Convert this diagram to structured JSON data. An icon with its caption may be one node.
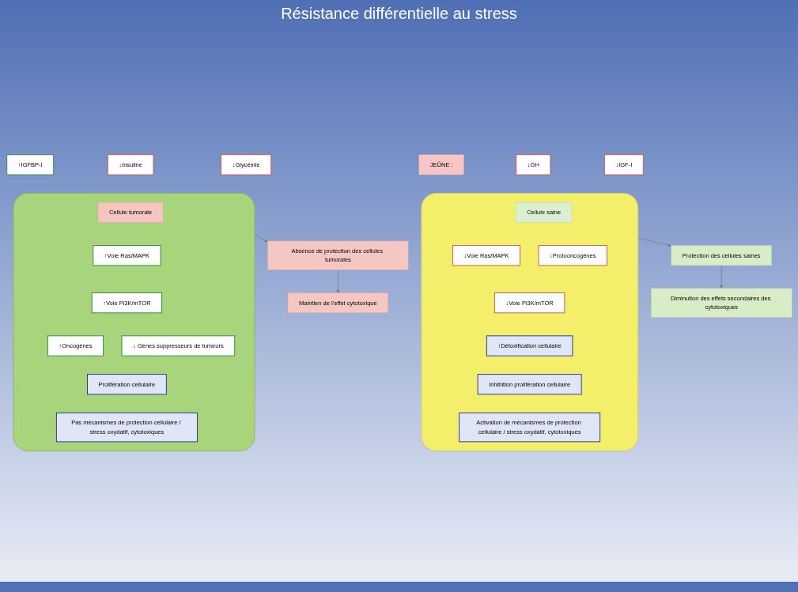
{
  "diagram": {
    "title": "Résistance différentielle au stress",
    "nodes": [
      {
        "text": [
          "JEÛNE :"
        ]
      },
      {
        "text": [
          "↓GH"
        ]
      },
      {
        "text": [
          "↓IGF-I"
        ]
      },
      {
        "text": [
          "↑IGFBP-I"
        ]
      },
      {
        "text": [
          "↓Insuline"
        ]
      },
      {
        "text": [
          "↓Glycémie"
        ]
      },
      {
        "text": [],
        "shape": "box"
      },
      {
        "text": [
          "Cellule saine"
        ],
        "in": 6
      },
      {
        "text": [
          "↓Voie Ras/MAPK"
        ],
        "in": 6
      },
      {
        "text": [
          "↓Protooncogènes"
        ],
        "in": 6
      },
      {
        "text": [
          "↓Voie Pi3K/mTOR"
        ],
        "in": 6
      },
      {
        "text": [
          "↑Détoxification cellulaire"
        ],
        "in": 6
      },
      {
        "text": [
          "Inhibition prolifération cellulaire"
        ],
        "in": 6
      },
      {
        "text": [
          "Activation de mécanismes de protection cellulaire / stress oxydatif, cytotoxiques"
        ],
        "in": 6
      },
      {
        "text": [],
        "shape": "box"
      },
      {
        "text": [
          "Cellule tumorale"
        ],
        "in": 14
      },
      {
        "text": [
          "↑Voie Ras/MAPK"
        ],
        "in": 14
      },
      {
        "text": [
          "↑Voie Pi3K/mTOR"
        ],
        "in": 14
      },
      {
        "text": [
          "↑Oncogènes"
        ],
        "in": 14
      },
      {
        "text": [
          "↓ Gènes suppresseurs de tumeurs"
        ],
        "in": 14
      },
      {
        "text": [
          "Prolifération cellulaire"
        ],
        "in": 14
      },
      {
        "text": [
          "Pas mécanismes de protection cellulaire / stress oxydatif, cytotoxiques"
        ],
        "in": 14
      },
      {
        "text": [
          "Protection des cellules saines"
        ]
      },
      {
        "text": [
          "Diminution des effets secondaires des cytotoxiques"
        ]
      },
      {
        "text": [
          "Absence de protection des cellules tumorales"
        ]
      },
      {
        "text": [
          "Maintien de l’effet cytotoxique"
        ]
      }
    ],
    "edges": [
      {
        "from": 6,
        "to": 22,
        "arrow": "to"
      },
      {
        "from": 22,
        "to": 23,
        "arrow": "to"
      },
      {
        "from": 14,
        "to": 24,
        "arrow": "to"
      },
      {
        "from": 24,
        "to": 25,
        "arrow": "to"
      }
    ]
  }
}
